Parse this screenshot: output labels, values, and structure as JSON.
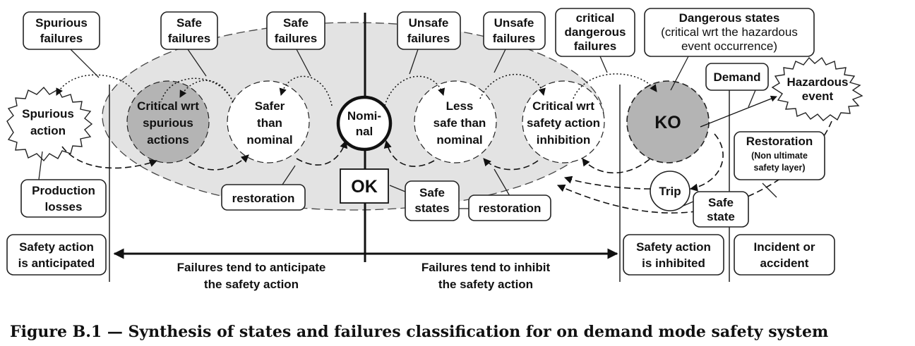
{
  "caption": "Figure B.1 — Synthesis of states and failures classification for on demand mode safety system",
  "states": {
    "spurious_action": [
      "Spurious",
      "action"
    ],
    "critical_spurious": [
      "Critical wrt",
      "spurious",
      "actions"
    ],
    "safer": [
      "Safer",
      "than",
      "nominal"
    ],
    "nominal": [
      "Nomi-",
      "nal"
    ],
    "less_safe": [
      "Less",
      "safe than",
      "nominal"
    ],
    "critical_inhibition": [
      "Critical wrt",
      "safety action",
      "inhibition"
    ],
    "ko": "KO",
    "hazardous_event": [
      "Hazardous",
      "event"
    ],
    "trip": "Trip",
    "ok": "OK"
  },
  "labels": {
    "spurious_failures": [
      "Spurious",
      "failures"
    ],
    "safe_failures_1": [
      "Safe",
      "failures"
    ],
    "safe_failures_2": [
      "Safe",
      "failures"
    ],
    "unsafe_failures_1": [
      "Unsafe",
      "failures"
    ],
    "unsafe_failures_2": [
      "Unsafe",
      "failures"
    ],
    "critical_dangerous": [
      "critical",
      "dangerous",
      "failures"
    ],
    "dangerous_states": [
      "Dangerous states",
      "(critical wrt the hazardous",
      "event occurrence)"
    ],
    "demand": "Demand",
    "restoration_non_ultimate": [
      "Restoration",
      "(Non ultimate",
      "safety layer)"
    ],
    "production_losses": [
      "Production",
      "losses"
    ],
    "restoration_left": "restoration",
    "restoration_right": "restoration",
    "safe_states": [
      "Safe",
      "states"
    ],
    "safe_state": [
      "Safe",
      "state"
    ],
    "safety_anticipated": [
      "Safety action",
      "is anticipated"
    ],
    "safety_inhibited": [
      "Safety action",
      "is inhibited"
    ],
    "incident": [
      "Incident or",
      "accident"
    ],
    "failures_anticipate": [
      "Failures tend to anticipate",
      "the safety action"
    ],
    "failures_inhibit": [
      "Failures tend to inhibit",
      "the safety action"
    ]
  },
  "colors": {
    "ellipse_fill": "#e3e3e3",
    "shaded_state": "#b4b4b4",
    "ink": "#111111"
  }
}
